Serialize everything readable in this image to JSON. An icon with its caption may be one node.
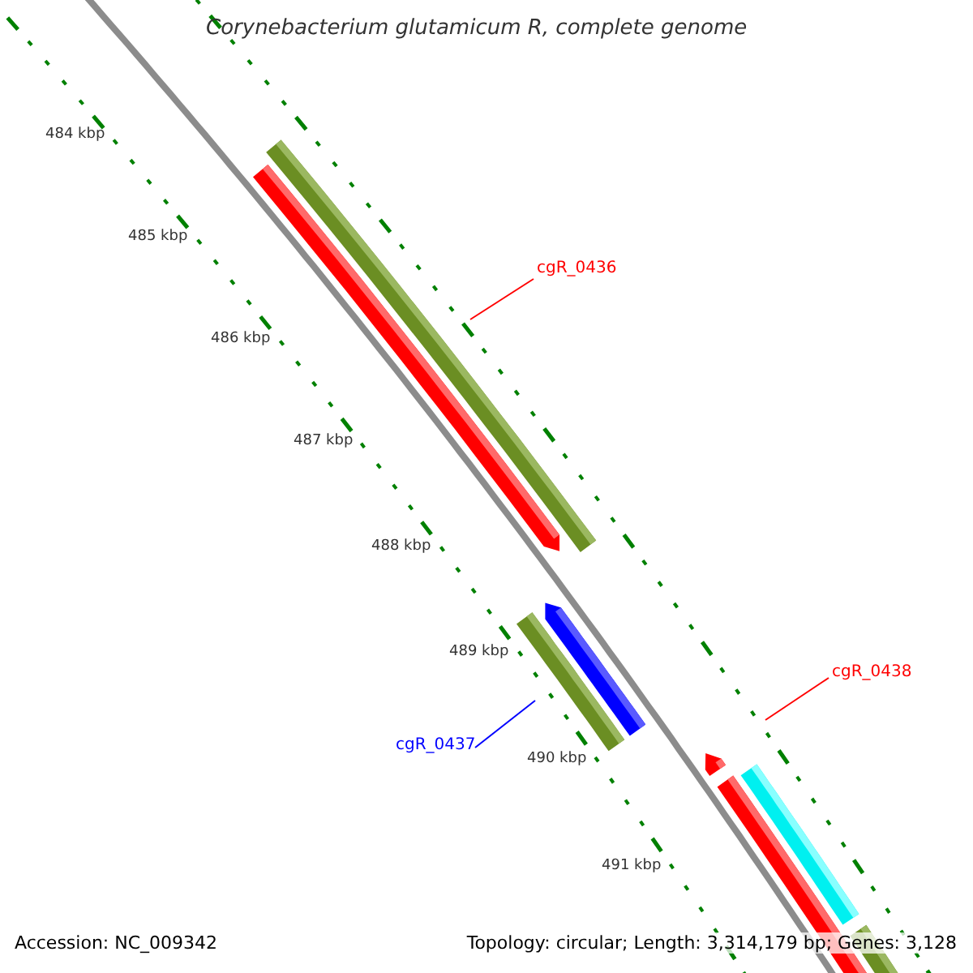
{
  "diagram": {
    "title": "Corynebacterium glutamicum R, complete genome",
    "nodes": [
      {
        "text": [
          "cgR_0436"
        ]
      },
      {
        "text": [],
        "shape": "bar"
      },
      {
        "text": [
          "cgR_0437"
        ]
      },
      {
        "text": [],
        "shape": "bar"
      },
      {
        "text": [
          "cgR_0438"
        ]
      },
      {
        "text": [],
        "shape": "bar"
      }
    ],
    "edges": [
      {
        "from": 0,
        "to": 1,
        "arrow": "none"
      },
      {
        "from": 2,
        "to": 3,
        "arrow": "none",
        "color": "#0000ff"
      },
      {
        "from": 4,
        "to": 5,
        "arrow": "none"
      }
    ],
    "labels": [
      "484 kbp",
      "485 kbp",
      "486 kbp",
      "487 kbp",
      "488 kbp",
      "489 kbp",
      "490 kbp",
      "491 kbp",
      "Accession: NC_009342",
      "Topology: circular; Length: 3,314,179 bp; Genes: 3,128"
    ]
  }
}
